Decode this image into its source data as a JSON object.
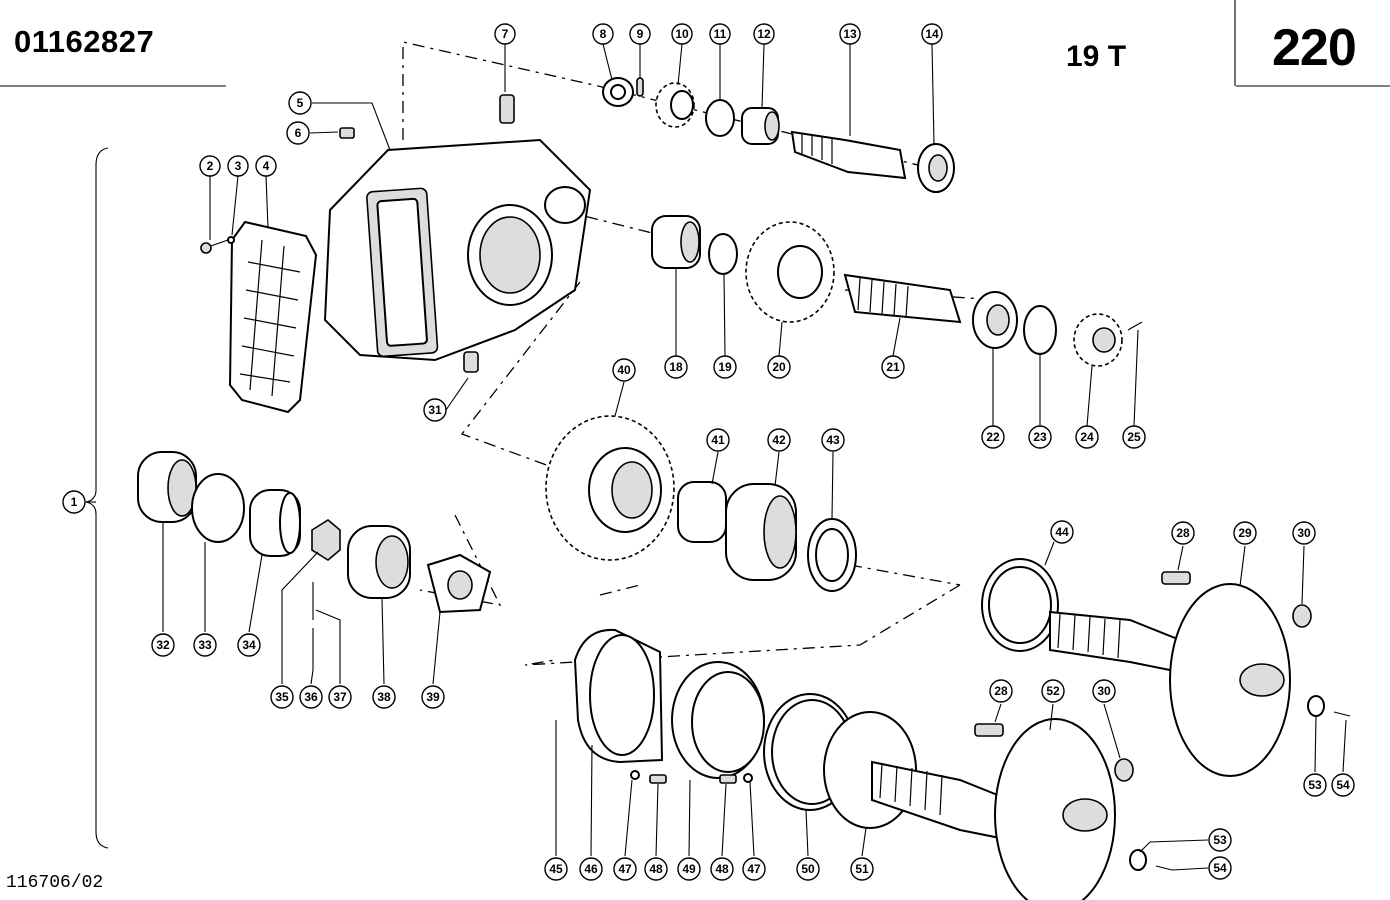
{
  "header": {
    "part_number": "01162827",
    "model": "19 T",
    "page_number": "220"
  },
  "footer": {
    "doc_code": "116706/02"
  },
  "callouts": [
    {
      "id": "1",
      "label": "1"
    },
    {
      "id": "2",
      "label": "2"
    },
    {
      "id": "3",
      "label": "3"
    },
    {
      "id": "4",
      "label": "4"
    },
    {
      "id": "5",
      "label": "5"
    },
    {
      "id": "6",
      "label": "6"
    },
    {
      "id": "7",
      "label": "7"
    },
    {
      "id": "8",
      "label": "8"
    },
    {
      "id": "9",
      "label": "9"
    },
    {
      "id": "10",
      "label": "10"
    },
    {
      "id": "11",
      "label": "11"
    },
    {
      "id": "12",
      "label": "12"
    },
    {
      "id": "13",
      "label": "13"
    },
    {
      "id": "14",
      "label": "14"
    },
    {
      "id": "18",
      "label": "18"
    },
    {
      "id": "19",
      "label": "19"
    },
    {
      "id": "20",
      "label": "20"
    },
    {
      "id": "21",
      "label": "21"
    },
    {
      "id": "22",
      "label": "22"
    },
    {
      "id": "23",
      "label": "23"
    },
    {
      "id": "24",
      "label": "24"
    },
    {
      "id": "25",
      "label": "25"
    },
    {
      "id": "28a",
      "label": "28"
    },
    {
      "id": "28b",
      "label": "28"
    },
    {
      "id": "29",
      "label": "29"
    },
    {
      "id": "30a",
      "label": "30"
    },
    {
      "id": "30b",
      "label": "30"
    },
    {
      "id": "31",
      "label": "31"
    },
    {
      "id": "32",
      "label": "32"
    },
    {
      "id": "33",
      "label": "33"
    },
    {
      "id": "34",
      "label": "34"
    },
    {
      "id": "35",
      "label": "35"
    },
    {
      "id": "36",
      "label": "36"
    },
    {
      "id": "37",
      "label": "37"
    },
    {
      "id": "38",
      "label": "38"
    },
    {
      "id": "39",
      "label": "39"
    },
    {
      "id": "40",
      "label": "40"
    },
    {
      "id": "41",
      "label": "41"
    },
    {
      "id": "42",
      "label": "42"
    },
    {
      "id": "43",
      "label": "43"
    },
    {
      "id": "44",
      "label": "44"
    },
    {
      "id": "45",
      "label": "45"
    },
    {
      "id": "46",
      "label": "46"
    },
    {
      "id": "47a",
      "label": "47"
    },
    {
      "id": "47b",
      "label": "47"
    },
    {
      "id": "48a",
      "label": "48"
    },
    {
      "id": "48b",
      "label": "48"
    },
    {
      "id": "49",
      "label": "49"
    },
    {
      "id": "50",
      "label": "50"
    },
    {
      "id": "51",
      "label": "51"
    },
    {
      "id": "52",
      "label": "52"
    },
    {
      "id": "53a",
      "label": "53"
    },
    {
      "id": "53b",
      "label": "53"
    },
    {
      "id": "54a",
      "label": "54"
    },
    {
      "id": "54b",
      "label": "54"
    }
  ]
}
